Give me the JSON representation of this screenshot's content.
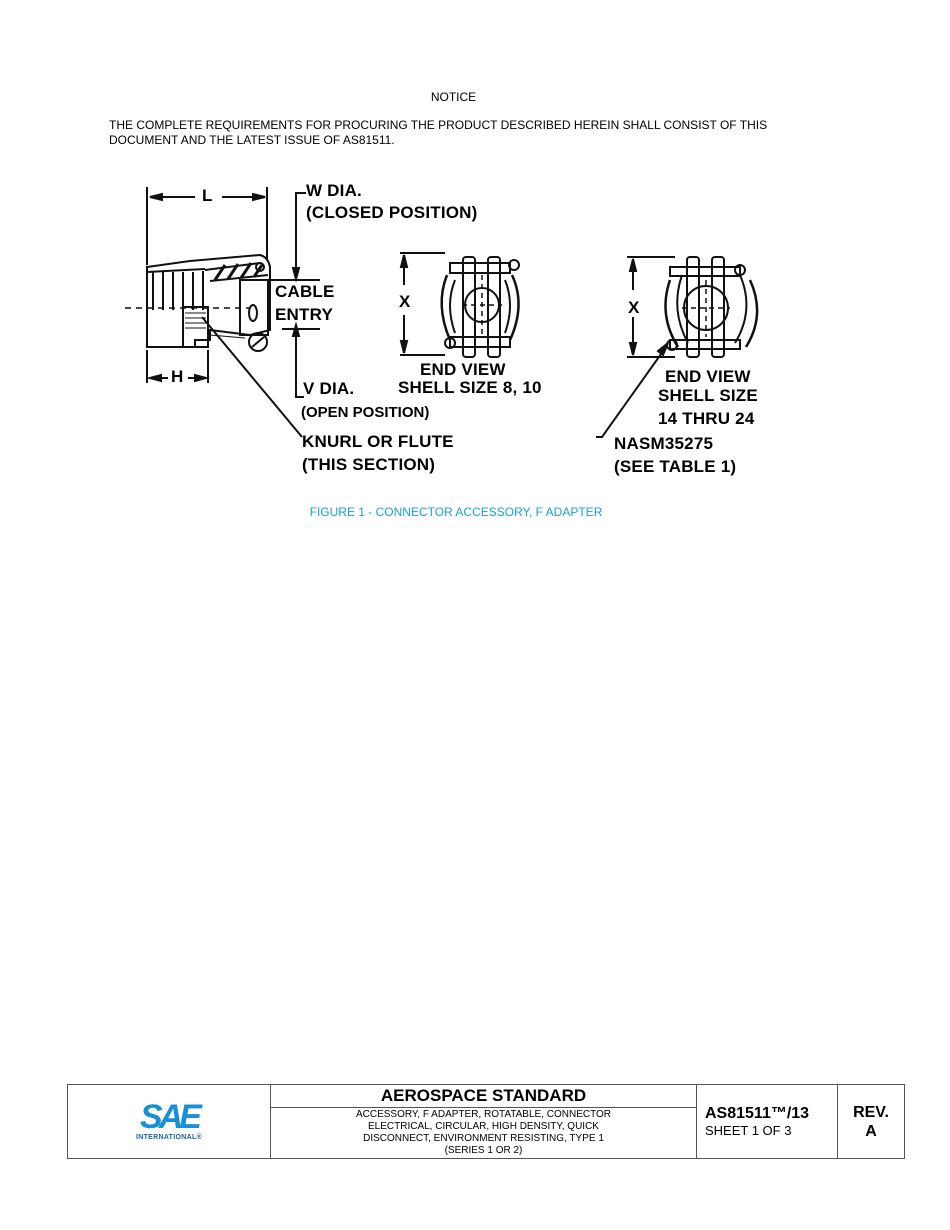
{
  "notice": {
    "title": "NOTICE",
    "body": "THE COMPLETE REQUIREMENTS FOR PROCURING THE PRODUCT DESCRIBED HEREIN SHALL CONSIST OF THIS DOCUMENT AND THE LATEST ISSUE OF AS81511."
  },
  "figure": {
    "labels": {
      "dim_l": "L",
      "dim_h": "H",
      "w_dia": "W DIA.",
      "closed_position": "(CLOSED POSITION)",
      "cable": "CABLE",
      "entry": "ENTRY",
      "v_dia": "V DIA.",
      "open_position": "(OPEN POSITION)",
      "knurl": "KNURL OR FLUTE",
      "this_section": "(THIS SECTION)",
      "x_left": "X",
      "end_view_left": "END VIEW",
      "shell_size_left": "SHELL SIZE 8, 10",
      "x_right": "X",
      "end_view_right": "END VIEW",
      "shell_size_right": "SHELL SIZE",
      "shell_range_right": "14 THRU 24",
      "nasm": "NASM35275",
      "see_table": "(SEE TABLE 1)"
    },
    "caption": "FIGURE 1 - CONNECTOR ACCESSORY, F ADAPTER",
    "caption_color": "#1aa0d0"
  },
  "title_block": {
    "logo": {
      "mark": "SAE",
      "subtitle": "INTERNATIONAL®",
      "color": "#1b8fd4"
    },
    "heading": "AEROSPACE STANDARD",
    "description_lines": [
      "ACCESSORY, F ADAPTER, ROTATABLE, CONNECTOR",
      "ELECTRICAL, CIRCULAR, HIGH DENSITY, QUICK",
      "DISCONNECT, ENVIRONMENT RESISTING, TYPE 1",
      "(SERIES 1 OR 2)"
    ],
    "doc_number": "AS81511™/13",
    "sheet": "SHEET 1 OF 3",
    "rev_label": "REV.",
    "rev_value": "A"
  }
}
